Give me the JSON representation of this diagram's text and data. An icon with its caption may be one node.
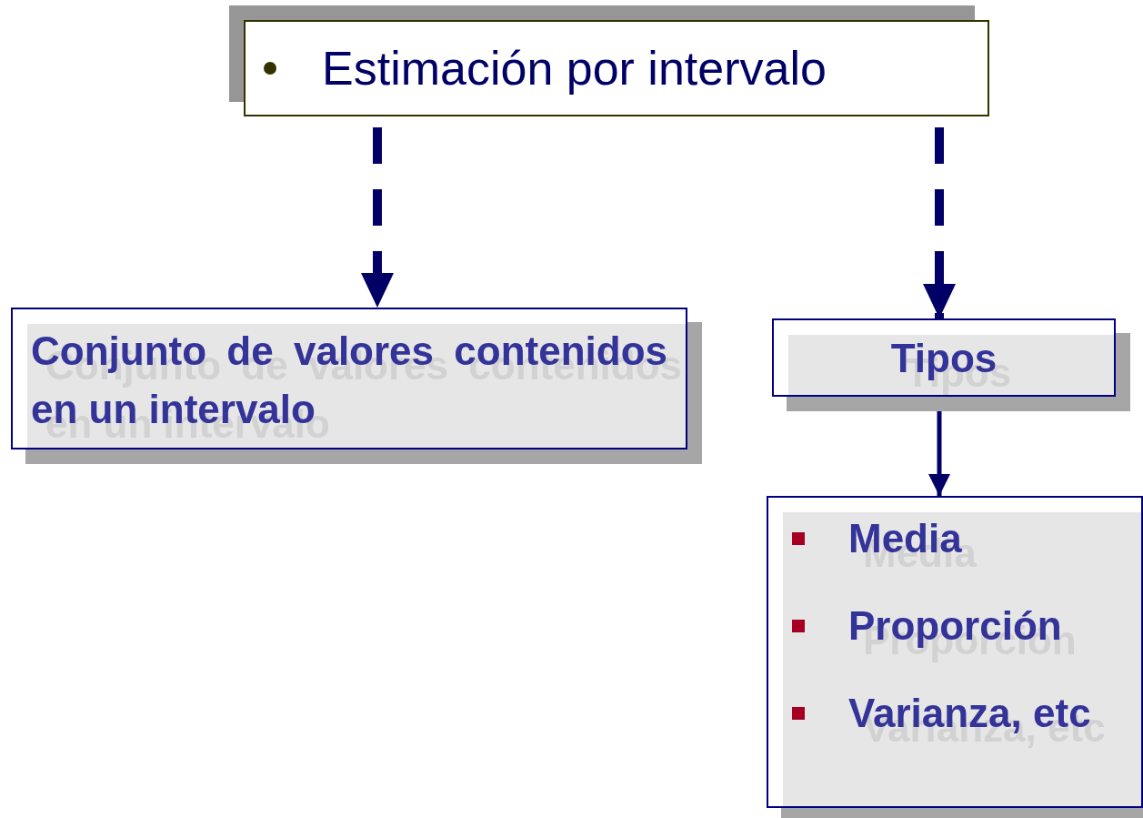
{
  "diagram": {
    "nodes": [
      {
        "text": [
          "Estimación por intervalo"
        ]
      },
      {
        "text": [
          "Conjunto de valores contenidos en un intervalo"
        ]
      },
      {
        "text": [
          "Tipos"
        ]
      },
      {
        "text": [
          "Media",
          "Proporción",
          "Varianza, etc"
        ]
      }
    ],
    "edges": [
      {
        "from": 0,
        "to": 1,
        "arrow": "to",
        "style": "dashed"
      },
      {
        "from": 0,
        "to": 2,
        "arrow": "to",
        "style": "dashed"
      },
      {
        "from": 2,
        "to": 3,
        "arrow": "to"
      }
    ]
  }
}
